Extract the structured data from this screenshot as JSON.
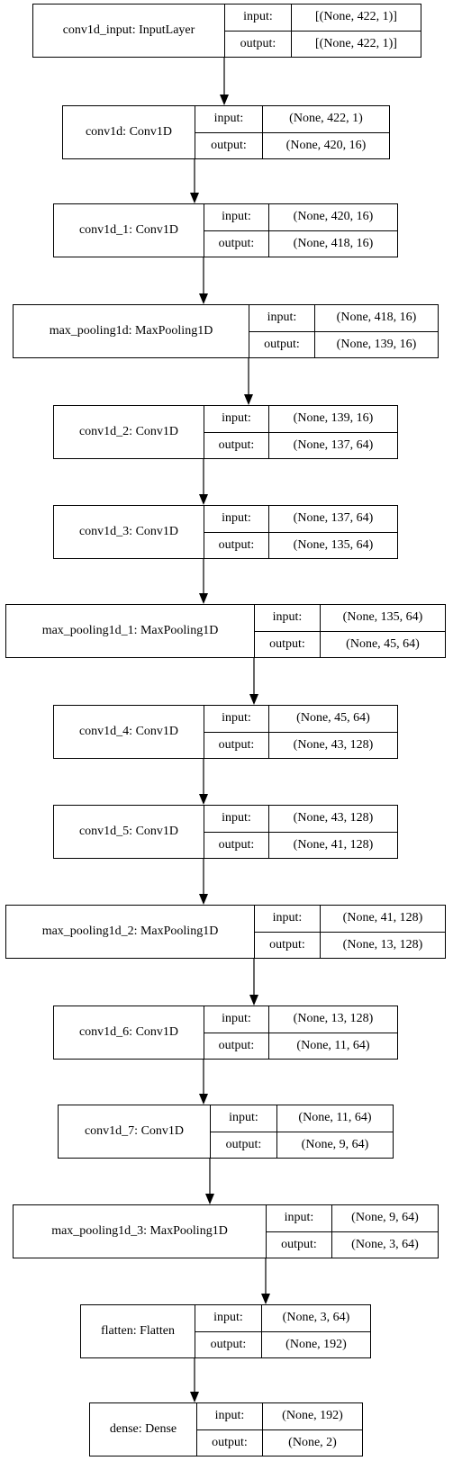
{
  "port_labels": {
    "input": "input:",
    "output": "output:"
  },
  "layers": [
    {
      "name": "conv1d_input: InputLayer",
      "input": "[(None, 422, 1)]",
      "output": "[(None, 422, 1)]"
    },
    {
      "name": "conv1d: Conv1D",
      "input": "(None, 422, 1)",
      "output": "(None, 420, 16)"
    },
    {
      "name": "conv1d_1: Conv1D",
      "input": "(None, 420, 16)",
      "output": "(None, 418, 16)"
    },
    {
      "name": "max_pooling1d: MaxPooling1D",
      "input": "(None, 418, 16)",
      "output": "(None, 139, 16)"
    },
    {
      "name": "conv1d_2: Conv1D",
      "input": "(None, 139, 16)",
      "output": "(None, 137, 64)"
    },
    {
      "name": "conv1d_3: Conv1D",
      "input": "(None, 137, 64)",
      "output": "(None, 135, 64)"
    },
    {
      "name": "max_pooling1d_1: MaxPooling1D",
      "input": "(None, 135, 64)",
      "output": "(None, 45, 64)"
    },
    {
      "name": "conv1d_4: Conv1D",
      "input": "(None, 45, 64)",
      "output": "(None, 43, 128)"
    },
    {
      "name": "conv1d_5: Conv1D",
      "input": "(None, 43, 128)",
      "output": "(None, 41, 128)"
    },
    {
      "name": "max_pooling1d_2: MaxPooling1D",
      "input": "(None, 41, 128)",
      "output": "(None, 13, 128)"
    },
    {
      "name": "conv1d_6: Conv1D",
      "input": "(None, 13, 128)",
      "output": "(None, 11, 64)"
    },
    {
      "name": "conv1d_7: Conv1D",
      "input": "(None, 11, 64)",
      "output": "(None, 9, 64)"
    },
    {
      "name": "max_pooling1d_3: MaxPooling1D",
      "input": "(None, 9, 64)",
      "output": "(None, 3, 64)"
    },
    {
      "name": "flatten: Flatten",
      "input": "(None, 3, 64)",
      "output": "(None, 192)"
    },
    {
      "name": "dense: Dense",
      "input": "(None, 192)",
      "output": "(None, 2)"
    }
  ]
}
